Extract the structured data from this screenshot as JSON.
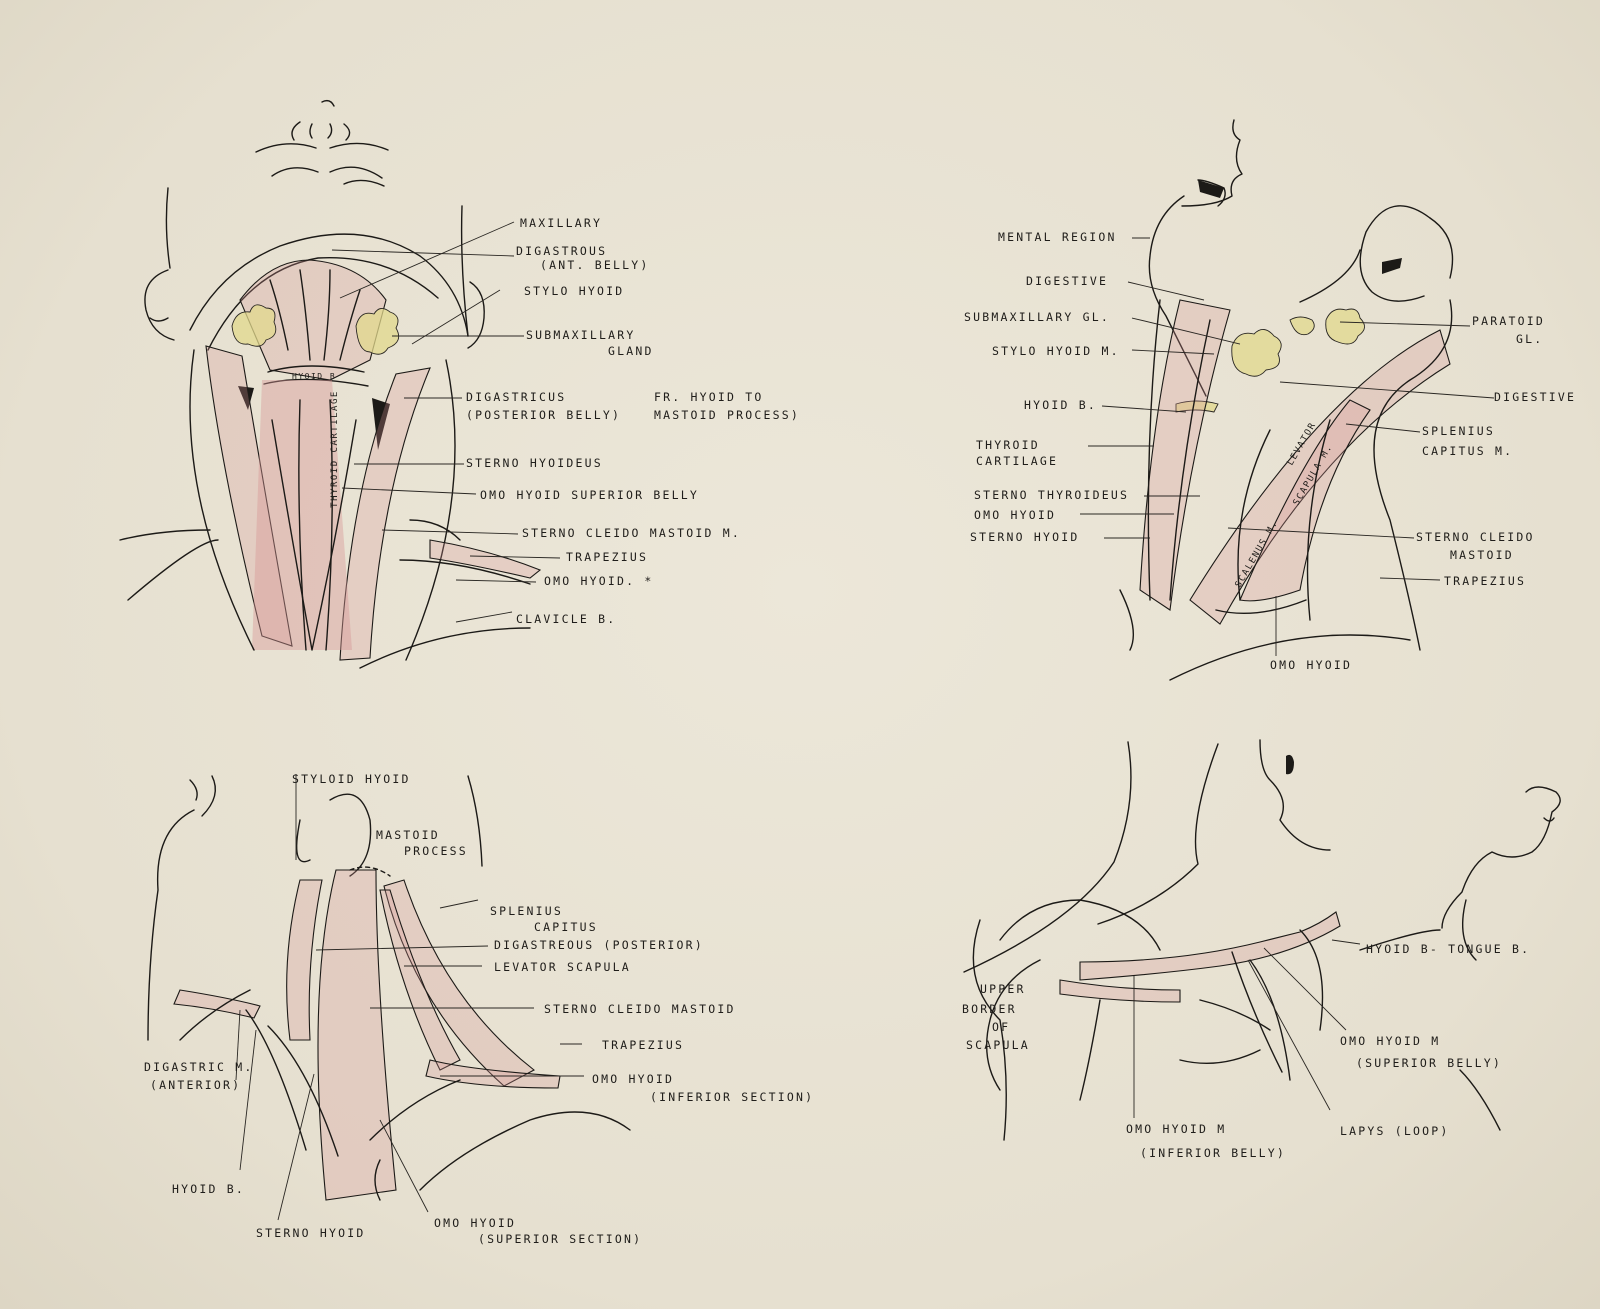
{
  "palette": {
    "paper": "#e9e3d4",
    "ink": "#1c1a17",
    "muscle_pink": "#d69696",
    "gland_yellow": "#e2d88c"
  },
  "diagrams": {
    "front": {
      "labels": {
        "maxillary": "MAXILLARY",
        "digastrous": "DIGASTROUS",
        "digastrous_sub": "(ANT. BELLY)",
        "stylo_hyoid": "STYLO HYOID",
        "submaxillary": "SUBMAXILLARY",
        "submaxillary_sub": "GLAND",
        "digastricus": "DIGASTRICUS",
        "digastricus_sub": "(POSTERIOR BELLY)",
        "fr_hyoid": "FR. HYOID TO",
        "fr_hyoid_sub": "MASTOID PROCESS)",
        "sterno_hyoideus": "STERNO HYOIDEUS",
        "omo_hyoid_sup": "OMO HYOID SUPERIOR BELLY",
        "scm": "STERNO CLEIDO MASTOID M.",
        "trapezius": "TRAPEZIUS",
        "omo_hyoid": "OMO HYOID. *",
        "clavicle": "CLAVICLE B.",
        "hyoid_b": "HYOID B",
        "thyroid_cartilage": "THYROID CARTILAGE"
      }
    },
    "side": {
      "labels": {
        "mental_region": "MENTAL REGION",
        "digestive": "DIGESTIVE",
        "submaxillary_gl": "SUBMAXILLARY GL.",
        "stylo_hyoid_m": "STYLO HYOID M.",
        "hyoid_b": "HYOID B.",
        "thyroid": "THYROID",
        "thyroid_sub": "CARTILAGE",
        "sterno_thyroideus": "STERNO THYROIDEUS",
        "omo_hyoid": "OMO HYOID",
        "sterno_hyoid": "STERNO HYOID",
        "paratoid": "PARATOID",
        "paratoid_sub": "GL.",
        "digestive_right": "DIGESTIVE",
        "splenius": "SPLENIUS",
        "splenius_sub": "CAPITUS M.",
        "scm": "STERNO CLEIDO",
        "scm_sub": "MASTOID",
        "trapezius": "TRAPEZIUS",
        "omo_hyoid_bottom": "OMO HYOID",
        "levator": "LEVATOR",
        "levator_sub": "SCAPULA M.",
        "scalenus": "SCALENUS M."
      }
    },
    "back": {
      "labels": {
        "styloid_hyoid": "STYLOID HYOID",
        "mastoid": "MASTOID",
        "mastoid_sub": "PROCESS",
        "splenius": "SPLENIUS",
        "splenius_sub": "CAPITUS",
        "digastreous": "DIGASTREOUS (POSTERIOR)",
        "levator": "LEVATOR SCAPULA",
        "scm": "STERNO CLEIDO MASTOID",
        "trapezius": "TRAPEZIUS",
        "omo_hyoid": "OMO HYOID",
        "omo_hyoid_sub": "(INFERIOR SECTION)",
        "digastric_m": "DIGASTRIC M.",
        "digastric_sub": "(ANTERIOR)",
        "hyoid_b": "HYOID B.",
        "sterno_hyoid": "STERNO HYOID",
        "omo_hyoid_sup": "OMO HYOID",
        "omo_hyoid_sup_sub": "(SUPERIOR SECTION)"
      }
    },
    "shoulder": {
      "labels": {
        "hyoid_tongue": "HYOID B- TONGUE B.",
        "upper": "UPPER",
        "border": "BORDER",
        "of": "OF",
        "scapula": "SCAPULA",
        "omo_hyoid_m": "OMO HYOID M",
        "omo_hyoid_m_sub": "(SUPERIOR BELLY)",
        "omo_hyoid_inf": "OMO HYOID M",
        "omo_hyoid_inf_sub": "(INFERIOR BELLY)",
        "lapys": "LAPYS (LOOP)"
      }
    }
  }
}
